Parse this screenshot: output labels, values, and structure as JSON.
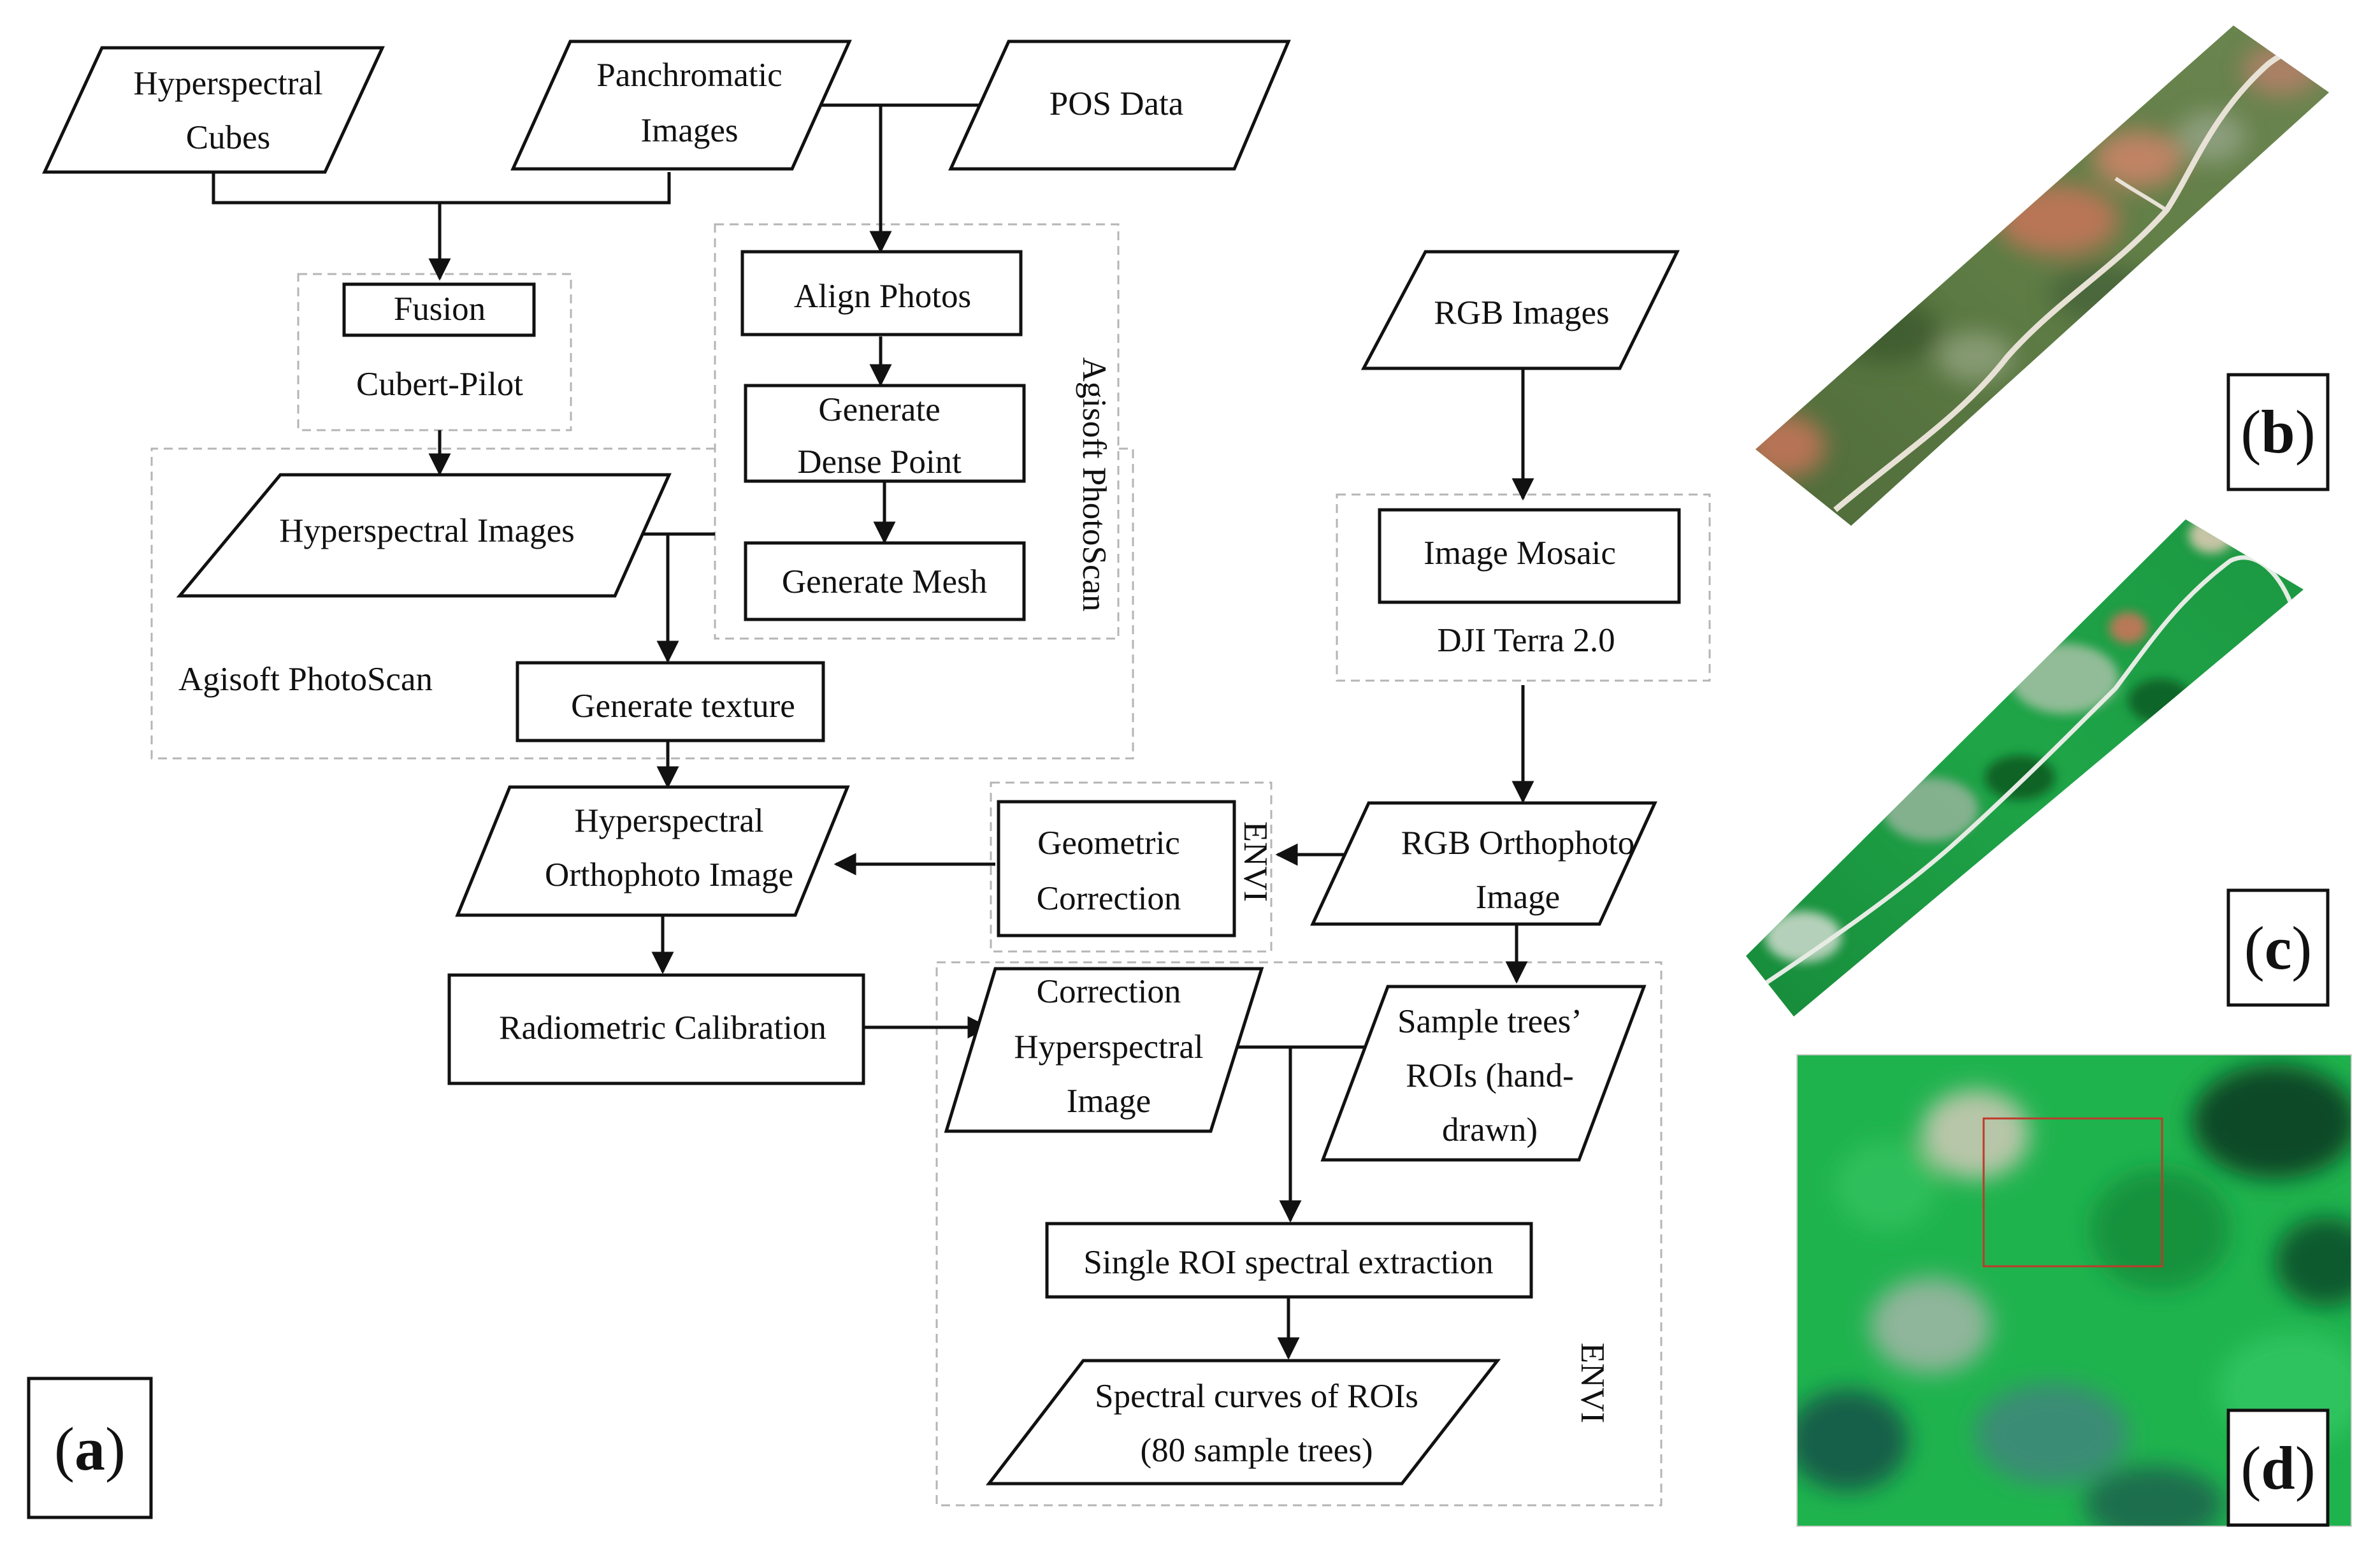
{
  "nodes": {
    "hyperspectral_cubes": [
      "Hyperspectral",
      "Cubes"
    ],
    "panchromatic_images": [
      "Panchromatic",
      "Images"
    ],
    "pos_data": "POS Data",
    "fusion": "Fusion",
    "cubert_pilot": "Cubert-Pilot",
    "align_photos": "Align Photos",
    "generate_dense_point": [
      "Generate",
      "Dense Point"
    ],
    "generate_mesh": "Generate Mesh",
    "agisoft_vertical": "Agisoft PhotoScan",
    "hyperspectral_images": "Hyperspectral Images",
    "agisoft_left": "Agisoft PhotoScan",
    "generate_texture": "Generate texture",
    "rgb_images": "RGB Images",
    "image_mosaic": "Image Mosaic",
    "dji_terra": "DJI Terra 2.0",
    "hyperspectral_ortho": [
      "Hyperspectral",
      "Orthophoto Image"
    ],
    "geometric_correction": [
      "Geometric",
      "Correction"
    ],
    "envi_top": "ENVI",
    "rgb_ortho": [
      "RGB Orthophoto",
      "Image"
    ],
    "radiometric_calibration": "Radiometric Calibration",
    "correction_hyperspectral": [
      "Correction",
      "Hyperspectral",
      "Image"
    ],
    "sample_trees_rois": [
      "Sample trees’",
      "ROIs (hand-",
      "drawn)"
    ],
    "single_roi": "Single ROI spectral extraction",
    "spectral_curves": [
      "Spectral curves of ROIs",
      "(80 sample trees)"
    ],
    "envi_bottom": "ENVI"
  },
  "panels": {
    "a": [
      "(",
      "a",
      ")"
    ],
    "b": [
      "(",
      "b",
      ")"
    ],
    "c": [
      "(",
      "c",
      ")"
    ],
    "d": [
      "(",
      "d",
      ")"
    ]
  },
  "colors": {
    "line": "#111111",
    "dashed_group": "#b5b5b5",
    "forest_dark": "#1d5a2c",
    "forest_bright": "#1fb34e",
    "bare_soil": "#c9745a",
    "roi_box": "#c0392b"
  }
}
